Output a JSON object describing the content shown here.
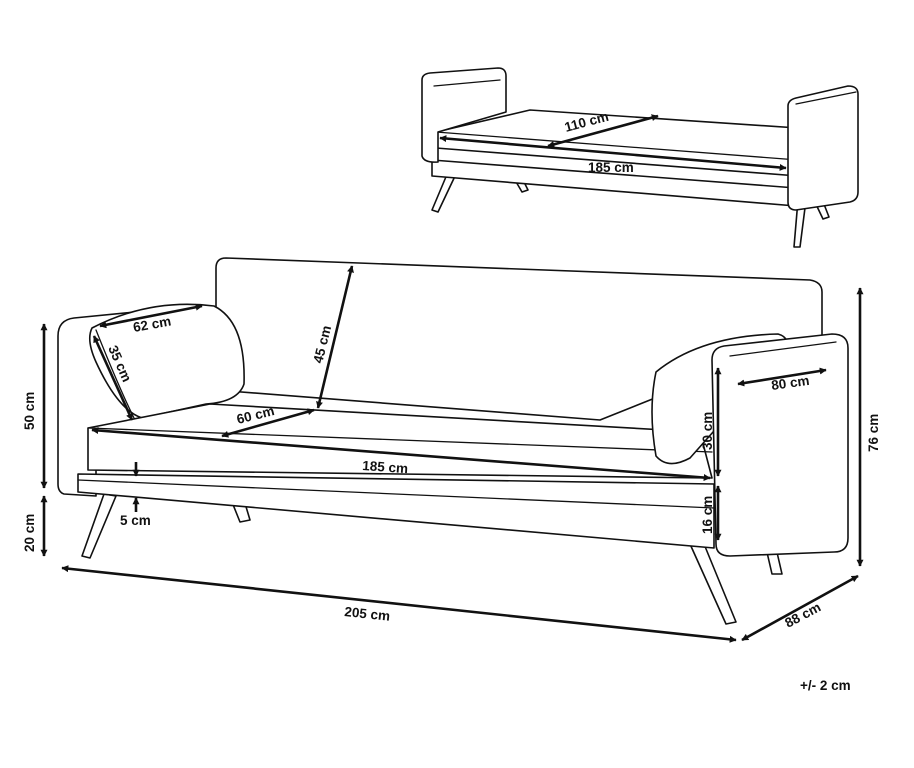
{
  "diagram": {
    "tolerance_note": "+/- 2 cm",
    "dimensions": {
      "bed_width": "110 cm",
      "bed_length": "185 cm",
      "overall_width": "205 cm",
      "depth": "88 cm",
      "height": "76 cm",
      "backrest_height": "45 cm",
      "seat_depth": "60 cm",
      "seat_width": "185 cm",
      "armrest_height": "50 cm",
      "leg_height": "20 cm",
      "floor_gap": "5 cm",
      "pillow_width": "62 cm",
      "pillow_height": "35 cm",
      "arm_depth": "80 cm",
      "arm_above_seat": "30 cm",
      "seat_cushion": "16 cm"
    }
  }
}
